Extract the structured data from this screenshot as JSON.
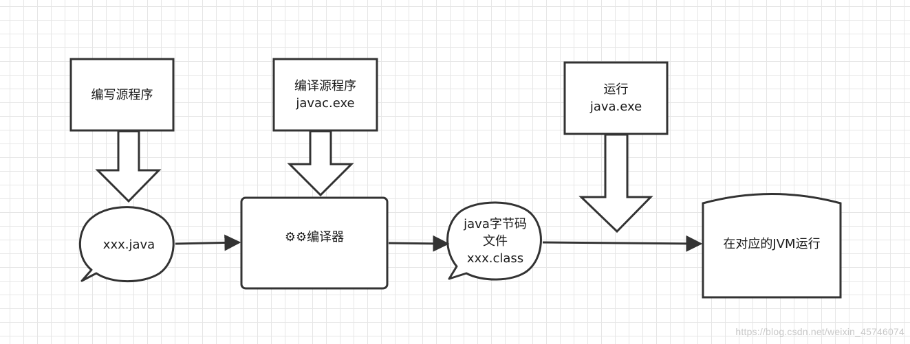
{
  "diagram": {
    "boxes": {
      "write_source": {
        "text": "编写源程序"
      },
      "compile_source": {
        "line1": "编译源程序",
        "line2": "javac.exe"
      },
      "run": {
        "line1": "运行",
        "line2": "java.exe"
      }
    },
    "bubbles": {
      "source_file": {
        "text": "xxx.java"
      },
      "bytecode_file": {
        "line1": "java字节码",
        "line2": "文件",
        "line3": "xxx.class"
      }
    },
    "compiler": {
      "icon": "gear-icon",
      "text": "⚙⚙编译器"
    },
    "jvm": {
      "text": "在对应的JVM运行"
    },
    "watermark": "https://blog.csdn.net/weixin_45746074"
  }
}
